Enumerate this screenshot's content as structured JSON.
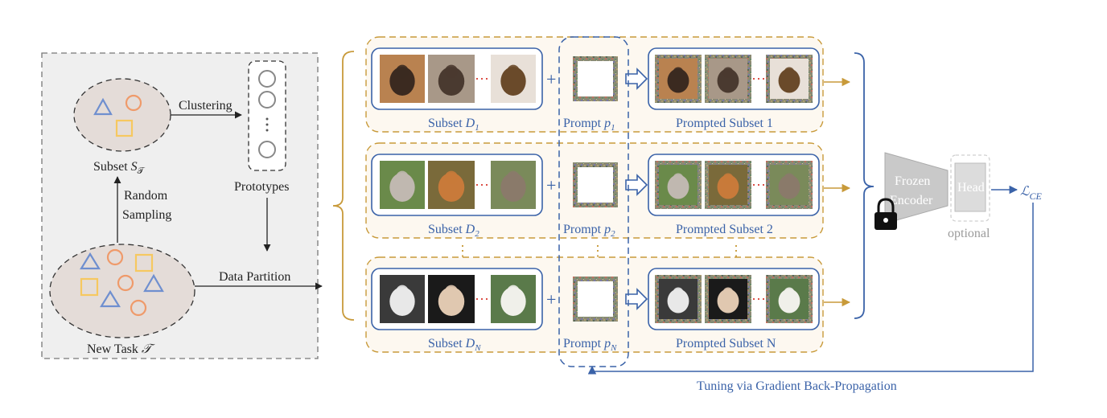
{
  "left_panel": {
    "subset_s_label": "Subset ",
    "subset_s_symbol": "S",
    "subset_s_sub": "𝒯",
    "clustering": "Clustering",
    "prototypes": "Prototypes",
    "random": "Random",
    "sampling": "Sampling",
    "data_partition": "Data Partition",
    "new_task_label": "New Task ",
    "new_task_symbol": "𝒯"
  },
  "rows": [
    {
      "subset_label": "Subset ",
      "subset_symbol": "D",
      "subset_sub": "1",
      "prompt_label": "Prompt ",
      "prompt_symbol": "p",
      "prompt_sub": "1",
      "prompted_label": "Prompted Subset 1",
      "image_scene": "dog-closeups"
    },
    {
      "subset_label": "Subset ",
      "subset_symbol": "D",
      "subset_sub": "2",
      "prompt_label": "Prompt ",
      "prompt_symbol": "p",
      "prompt_sub": "2",
      "prompted_label": "Prompted Subset 2",
      "image_scene": "dogs-on-grass"
    },
    {
      "subset_label": "Subset ",
      "subset_symbol": "D",
      "subset_sub": "N",
      "prompt_label": "Prompt ",
      "prompt_symbol": "p",
      "prompt_sub": "N",
      "prompted_label": "Prompted Subset N",
      "image_scene": "white-dogs"
    }
  ],
  "model": {
    "frozen": "Frozen",
    "encoder": "Encoder",
    "head": "Head",
    "optional": "optional",
    "loss_symbol": "ℒ",
    "loss_sub": "CE"
  },
  "feedback": "Tuning via Gradient Back-Propagation",
  "colors": {
    "blue": "#3a62a8",
    "orange_dash": "#c89a3a",
    "panel_bg": "#efefef",
    "row_bg": "#fdf8f0",
    "triangle": "#6f8fcf",
    "circle": "#ef9a6a",
    "square": "#f6c860",
    "dots_red": "#d9433a"
  }
}
